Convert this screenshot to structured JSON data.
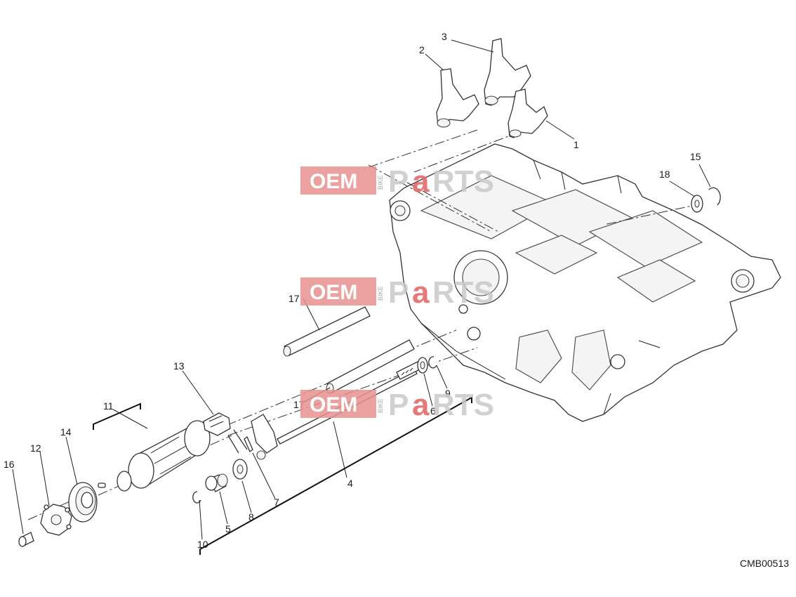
{
  "diagram": {
    "callouts": [
      "1",
      "2",
      "3",
      "4",
      "5",
      "6",
      "7",
      "8",
      "9",
      "10",
      "11",
      "12",
      "13",
      "14",
      "15",
      "16",
      "17",
      "17",
      "18"
    ],
    "drawing_id": "CMB00513"
  },
  "watermark": {
    "oem": "OEM",
    "bike": "BIKE",
    "parts_prefix": "P",
    "parts_a": "a",
    "parts_suffix": "RTS",
    "color": "#e36a6a"
  }
}
